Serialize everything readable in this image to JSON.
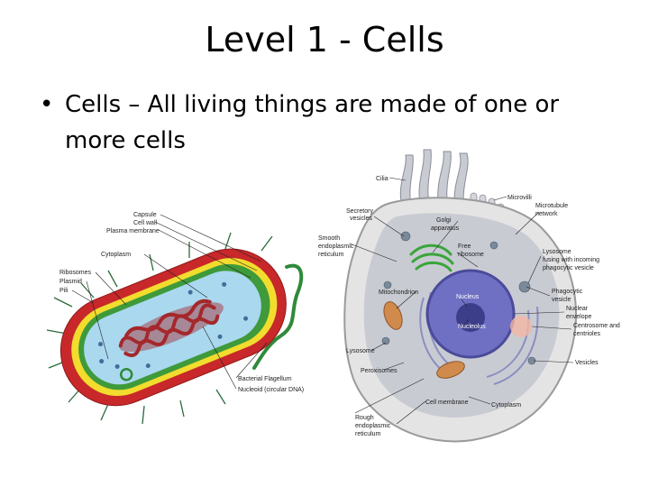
{
  "slide": {
    "title": "Level 1 - Cells",
    "bullet_marker": "•",
    "bullet_text": "Cells – All living things are made of one or more cells"
  },
  "bacterial_cell": {
    "labels": {
      "capsule": "Capsule",
      "cell_wall": "Cell wall",
      "plasma_membrane": "Plasma membrane",
      "cytoplasm": "Cytoplasm",
      "ribosomes": "Ribosomes",
      "plasmid": "Plasmid",
      "pili": "Pili",
      "flagellum": "Bacterial Flagellum",
      "nucleoid": "Nucleoid (circular DNA)"
    }
  },
  "animal_cell": {
    "labels": {
      "cilia": "Cilia",
      "microvilli": "Microvilli",
      "secretory_1": "Secretory",
      "secretory_2": "vesicles",
      "golgi_1": "Golgi",
      "golgi_2": "apparatus",
      "microtubule_1": "Microtubule",
      "microtubule_2": "network",
      "smooth_er_1": "Smooth",
      "smooth_er_2": "endoplasmic",
      "smooth_er_3": "reticulum",
      "free_ribosome_1": "Free",
      "free_ribosome_2": "ribosome",
      "lysosome_fuse_1": "Lysosome",
      "lysosome_fuse_2": "fusing with incoming",
      "lysosome_fuse_3": "phagocytic vesicle",
      "mitochondrion": "Mitochondrion",
      "nucleus": "Nucleus",
      "phagocytic_1": "Phagocytic",
      "phagocytic_2": "vesicle",
      "nuclear_env_1": "Nuclear",
      "nuclear_env_2": "envelope",
      "nucleolus": "Nucleolus",
      "centrosome_1": "Centrosome and",
      "centrosome_2": "centrioles",
      "lysosome": "Lysosome",
      "vesicles": "Vesicles",
      "peroxisomes": "Peroxisomes",
      "cell_membrane": "Cell membrane",
      "cytoplasm": "Cytoplasm",
      "rough_er_1": "Rough",
      "rough_er_2": "endoplasmic",
      "rough_er_3": "reticulum"
    }
  },
  "colors": {
    "capsule": "#c8282a",
    "cell_wall": "#f2dc2e",
    "membrane": "#3e9a3a",
    "cytoplasm": "#a9d8ef",
    "nucleoid": "#a5282c",
    "animal_outer": "#e4e4e4",
    "animal_inner": "#c9cbd3",
    "nucleus": "#6f70c4",
    "golgi": "#3aa53a",
    "mito": "#d08a4c"
  }
}
